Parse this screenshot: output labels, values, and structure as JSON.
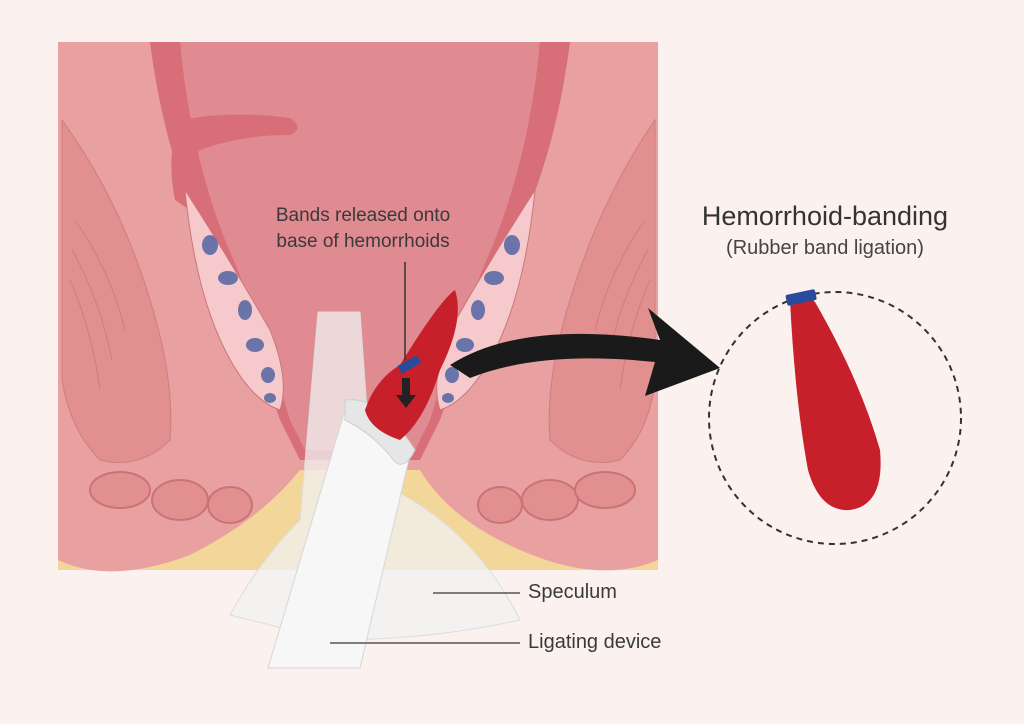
{
  "callout": {
    "line1": "Bands released onto",
    "line2": "base of hemorrhoids"
  },
  "title": "Hemorrhoid-banding",
  "subtitle": "(Rubber band ligation)",
  "labels": {
    "speculum": "Speculum",
    "ligating_device": "Ligating device"
  },
  "colors": {
    "background": "#fbf1ee",
    "tissue": "#e79a9a",
    "lumen": "#d96f77",
    "fat": "#f3d79a",
    "hemorrhoid": "#c8202a",
    "band": "#2a4a9a",
    "vein_spots": "#6b74a8",
    "instrument": "#efefef"
  }
}
